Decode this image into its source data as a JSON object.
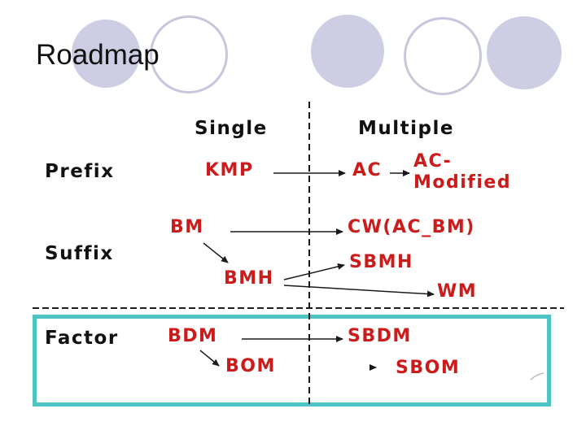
{
  "slide": {
    "title": "Roadmap",
    "columns": {
      "single": "Single",
      "multiple": "Multiple"
    },
    "rows": {
      "prefix": "Prefix",
      "suffix": "Suffix",
      "factor": "Factor"
    },
    "nodes": {
      "kmp": "KMP",
      "ac": "AC",
      "ac_modified_line1": "AC-",
      "ac_modified_line2": "Modified",
      "bm": "BM",
      "cw": "CW(AC_BM)",
      "bmh": "BMH",
      "sbmh": "SBMH",
      "wm": "WM",
      "bdm": "BDM",
      "sbdm": "SBDM",
      "bom": "BOM",
      "sbom": "SBOM"
    }
  },
  "colors": {
    "ink": "#1a1a1a",
    "node_text": "#cc1b1b",
    "accent_box": "#4ec3c4",
    "circle_fill": "#cdcee4",
    "circle_stroke": "#c6c7dc"
  }
}
